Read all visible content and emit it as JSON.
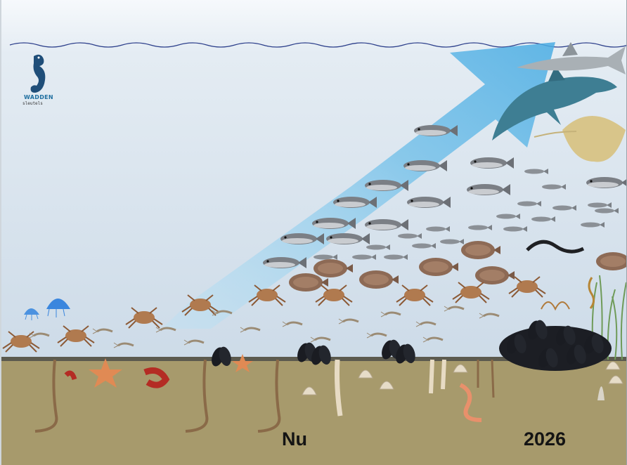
{
  "logo": {
    "name": "WADDEN",
    "subtitle": "sleutels",
    "icon": "seahorse-icon",
    "color": "#1f6fa0"
  },
  "labels": {
    "now": "Nu",
    "future": "2026"
  },
  "colors": {
    "water_top": "#f4f8fb",
    "water": "#d7e3ee",
    "seabed": "#a79a6c",
    "seabed_line": "#5c5a4e",
    "arrow": "#7cc6ec",
    "surface_line": "#2b3e8a"
  }
}
